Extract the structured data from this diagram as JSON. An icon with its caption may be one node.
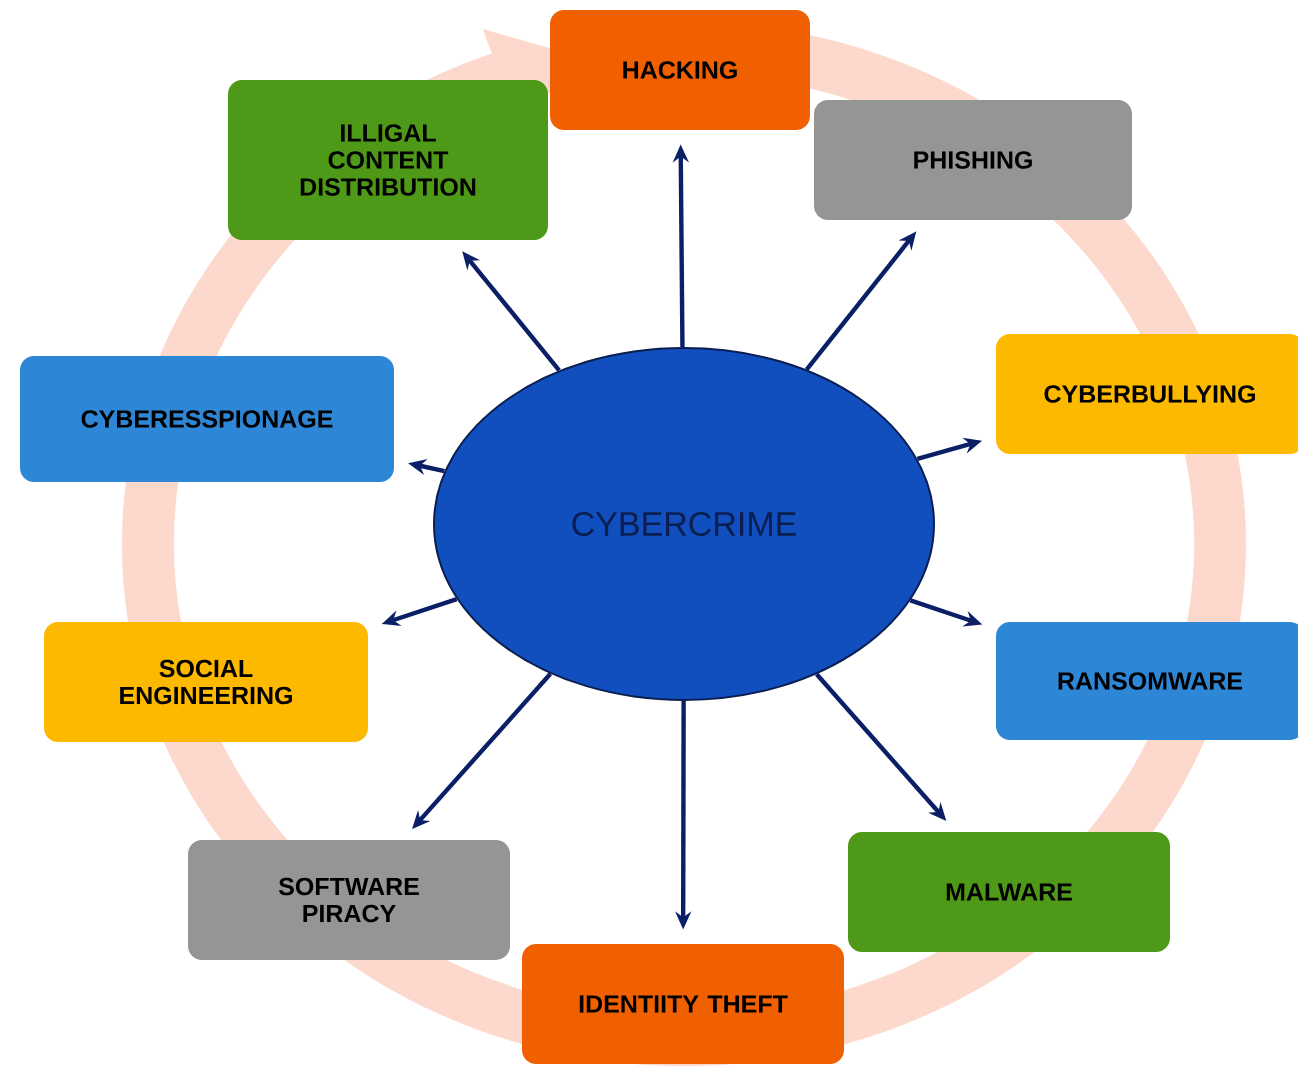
{
  "diagram": {
    "nodes": [
      {
        "text": [
          "CYBERCRIME"
        ]
      },
      {
        "text": [
          "HACKING"
        ]
      },
      {
        "text": [
          "PHISHING"
        ]
      },
      {
        "text": [
          "CYBERBULLYING"
        ]
      },
      {
        "text": [
          "RANSOMWARE"
        ]
      },
      {
        "text": [
          "MALWARE"
        ]
      },
      {
        "text": [
          "IDENTIITY THEFT"
        ]
      },
      {
        "text": [
          "SOFTWARE PIRACY"
        ]
      },
      {
        "text": [
          "SOCIAL ENGINEERING"
        ]
      },
      {
        "text": [
          "CYBERESSPIONAGE"
        ]
      },
      {
        "text": [
          "ILLIGAL CONTENT DISTRIBUTION"
        ]
      }
    ],
    "edges": [
      {
        "from": 0,
        "to": 1,
        "arrow": "to"
      },
      {
        "from": 0,
        "to": 2,
        "arrow": "to"
      },
      {
        "from": 0,
        "to": 3,
        "arrow": "to"
      },
      {
        "from": 0,
        "to": 4,
        "arrow": "to"
      },
      {
        "from": 0,
        "to": 5,
        "arrow": "to"
      },
      {
        "from": 0,
        "to": 6,
        "arrow": "to"
      },
      {
        "from": 0,
        "to": 7,
        "arrow": "to"
      },
      {
        "from": 0,
        "to": 8,
        "arrow": "to"
      },
      {
        "from": 0,
        "to": 9,
        "arrow": "to"
      },
      {
        "from": 0,
        "to": 10,
        "arrow": "to"
      }
    ]
  }
}
